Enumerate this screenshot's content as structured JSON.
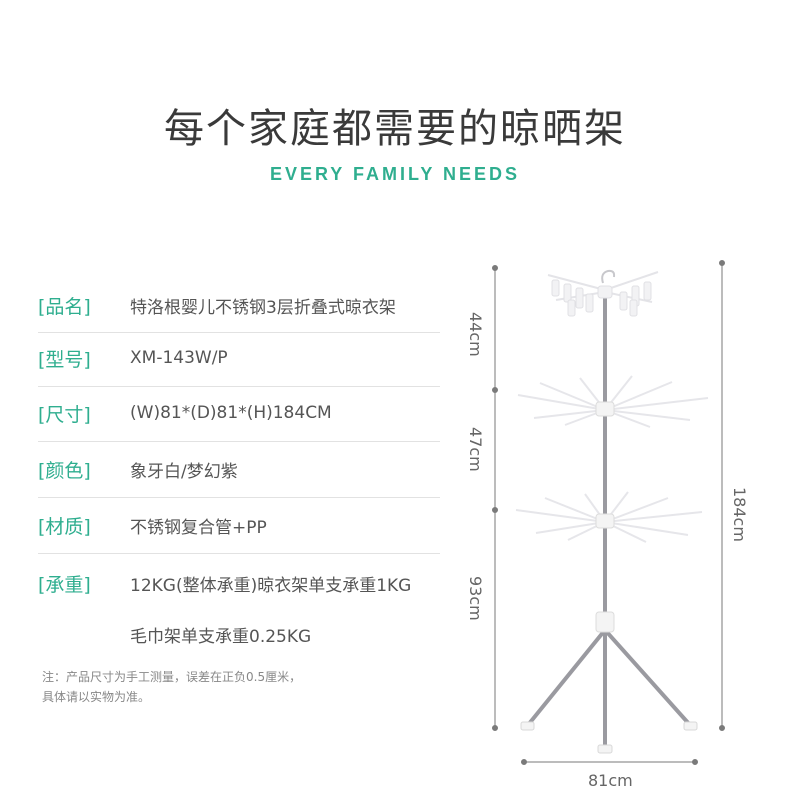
{
  "header": {
    "title": "每个家庭都需要的晾晒架",
    "subtitle": "EVERY FAMILY NEEDS"
  },
  "colors": {
    "accent": "#2fae8f",
    "text": "#3a3a3a",
    "pole": "#9a9aa0",
    "dimension_line": "#7a7a7a"
  },
  "specs": [
    {
      "label": "[品名]",
      "value": "特洛根婴儿不锈钢3层折叠式晾衣架"
    },
    {
      "label": "[型号]",
      "value": "XM-143W/P"
    },
    {
      "label": "[尺寸]",
      "value": "(W)81*(D)81*(H)184CM"
    },
    {
      "label": "[颜色]",
      "value": "象牙白/梦幻紫"
    },
    {
      "label": "[材质]",
      "value": "不锈钢复合管+PP"
    },
    {
      "label": "[承重]",
      "value": "12KG(整体承重)晾衣架单支承重1KG"
    }
  ],
  "spec_extra": "毛巾架单支承重0.25KG",
  "note": {
    "line1": "注：产品尺寸为手工测量，误差在正负0.5厘米，",
    "line2": "具体请以实物为准。"
  },
  "dimensions": {
    "top_section": "44cm",
    "middle_section": "47cm",
    "bottom_section": "93cm",
    "total_height": "184cm",
    "base_width": "81cm"
  }
}
